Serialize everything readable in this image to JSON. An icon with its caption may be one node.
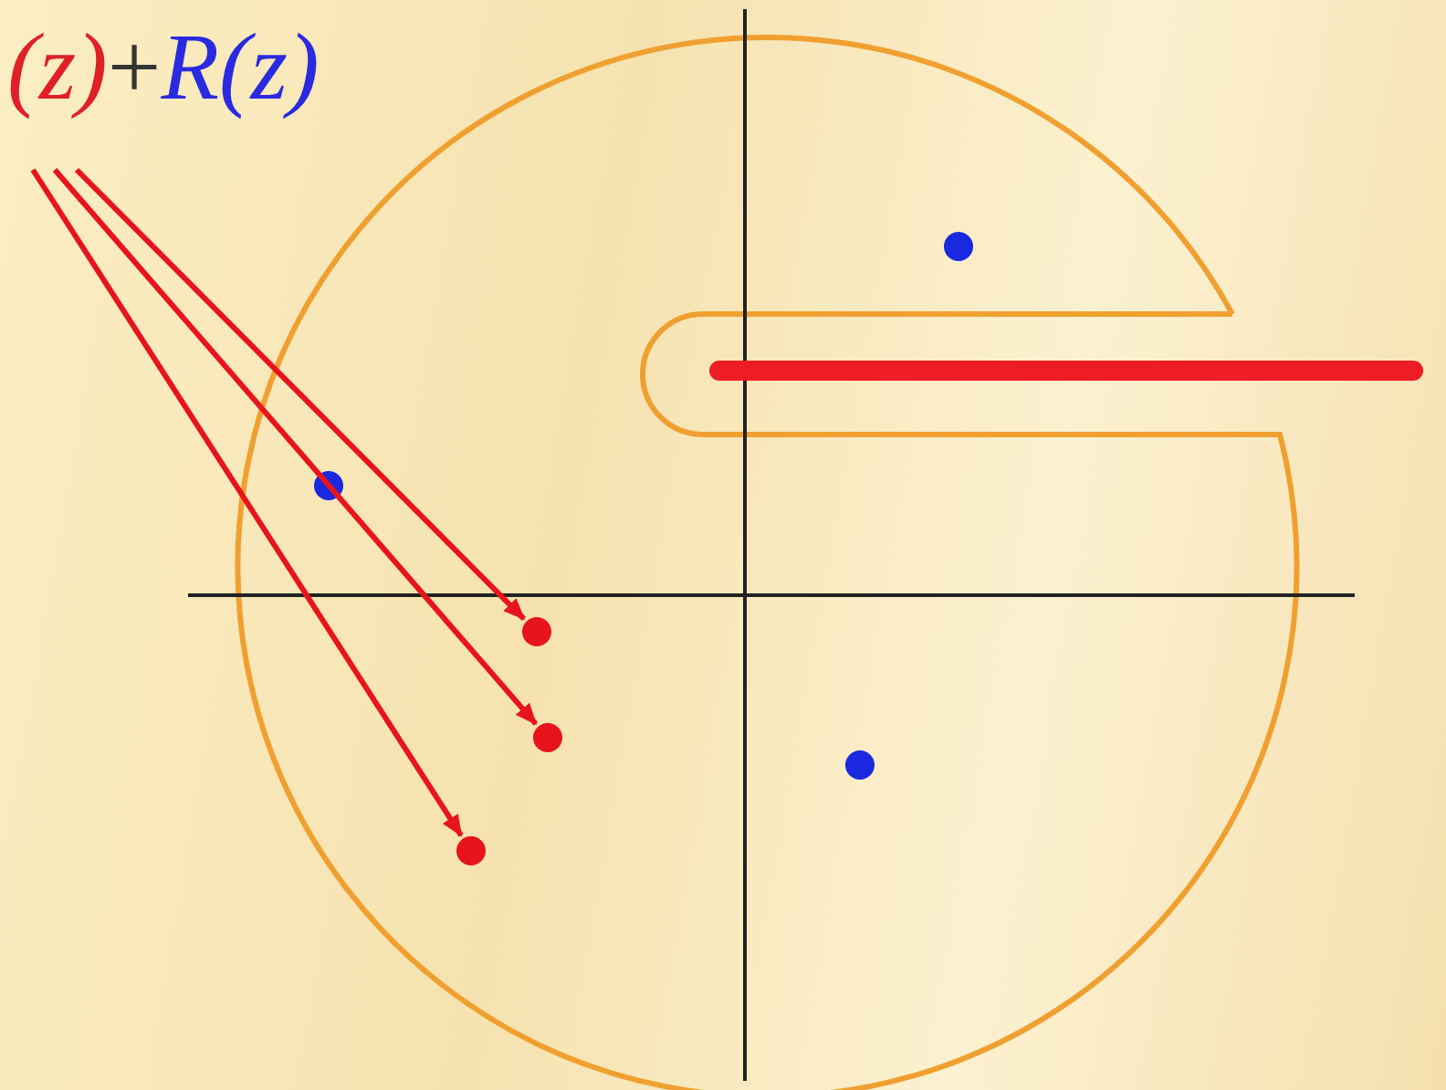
{
  "diagram": {
    "nodes": [
      {
        "text": [
          "(z)",
          "+",
          "R(z)"
        ]
      },
      {
        "text": [],
        "shape": "circle"
      },
      {
        "text": [],
        "shape": "circle"
      },
      {
        "text": [],
        "shape": "circle"
      }
    ],
    "edges": [
      {
        "from": 0,
        "to": 1,
        "arrow": "to"
      },
      {
        "from": 0,
        "to": 2,
        "arrow": "to"
      },
      {
        "from": 0,
        "to": 3,
        "arrow": "to"
      }
    ]
  }
}
